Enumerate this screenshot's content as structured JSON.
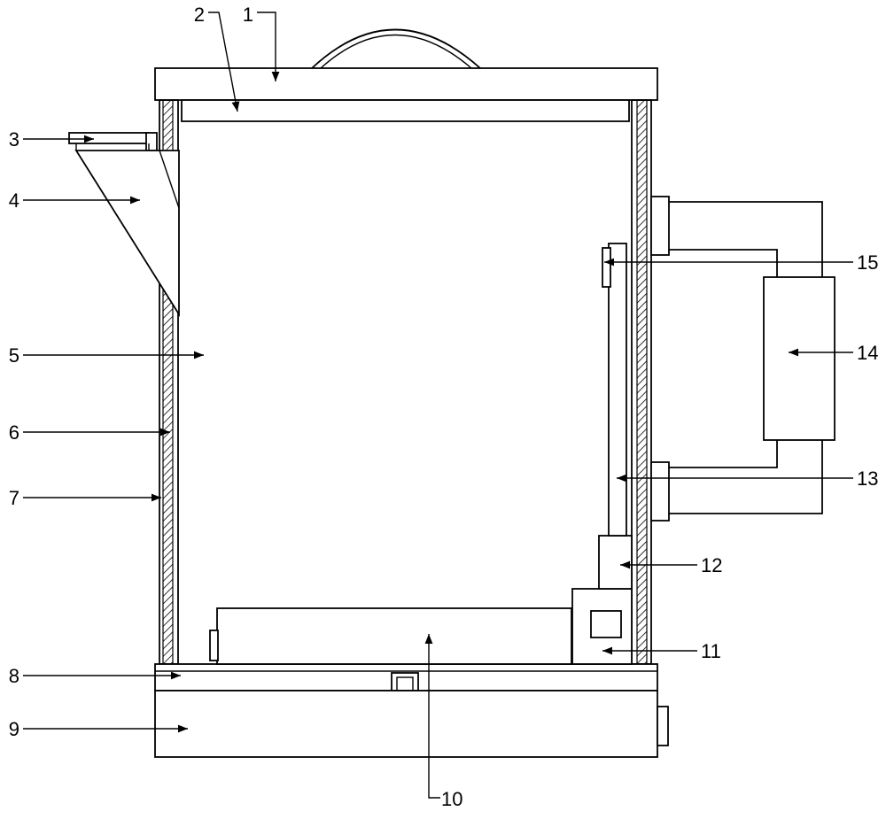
{
  "figure": {
    "colors": {
      "line": "#000000",
      "background": "#ffffff"
    },
    "callouts": [
      {
        "id": "c1",
        "label": "1"
      },
      {
        "id": "c2",
        "label": "2"
      },
      {
        "id": "c3",
        "label": "3"
      },
      {
        "id": "c4",
        "label": "4"
      },
      {
        "id": "c5",
        "label": "5"
      },
      {
        "id": "c6",
        "label": "6"
      },
      {
        "id": "c7",
        "label": "7"
      },
      {
        "id": "c8",
        "label": "8"
      },
      {
        "id": "c9",
        "label": "9"
      },
      {
        "id": "c10",
        "label": "10"
      },
      {
        "id": "c11",
        "label": "11"
      },
      {
        "id": "c12",
        "label": "12"
      },
      {
        "id": "c13",
        "label": "13"
      },
      {
        "id": "c14",
        "label": "14"
      },
      {
        "id": "c15",
        "label": "15"
      }
    ]
  }
}
